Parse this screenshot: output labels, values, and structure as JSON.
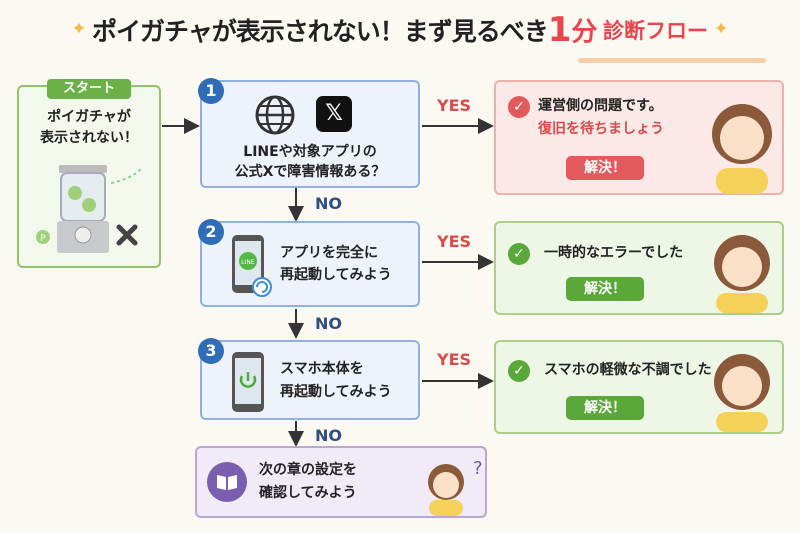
{
  "title": {
    "main": "ポイガチャが表示されない！まず見るべき",
    "num": "1",
    "kanji": "分",
    "tail": "診断フロー"
  },
  "start": {
    "label": "スタート",
    "text1": "ポイガチャが",
    "text2": "表示されない！"
  },
  "steps": [
    {
      "num": "1",
      "line1": "LINEや対象アプリの",
      "line2": "公式Xで障害情報ある？"
    },
    {
      "num": "2",
      "line1": "アプリを完全に",
      "line2": "再起動してみよう"
    },
    {
      "num": "3",
      "line1": "スマホ本体を",
      "line2": "再起動してみよう"
    }
  ],
  "final": {
    "line1": "次の章の設定を",
    "line2": "確認してみよう"
  },
  "results": [
    {
      "line1": "運営側の問題です。",
      "line2": "復旧を待ちましょう",
      "solved": "解決！"
    },
    {
      "line1": "一時的なエラーでした",
      "solved": "解決！"
    },
    {
      "line1": "スマホの軽微な不調でした",
      "solved": "解決！"
    }
  ],
  "yes": "YES",
  "no": "NO",
  "icons": [
    "globe-icon",
    "x-logo-icon",
    "line-app-icon",
    "power-icon",
    "book-icon",
    "check-icon",
    "gacha-machine-icon",
    "arrow-icon"
  ],
  "colors": {
    "accent": "#e8454f",
    "blue": "#2f6db6",
    "green": "#5aa83a",
    "red": "#e35a5d"
  }
}
